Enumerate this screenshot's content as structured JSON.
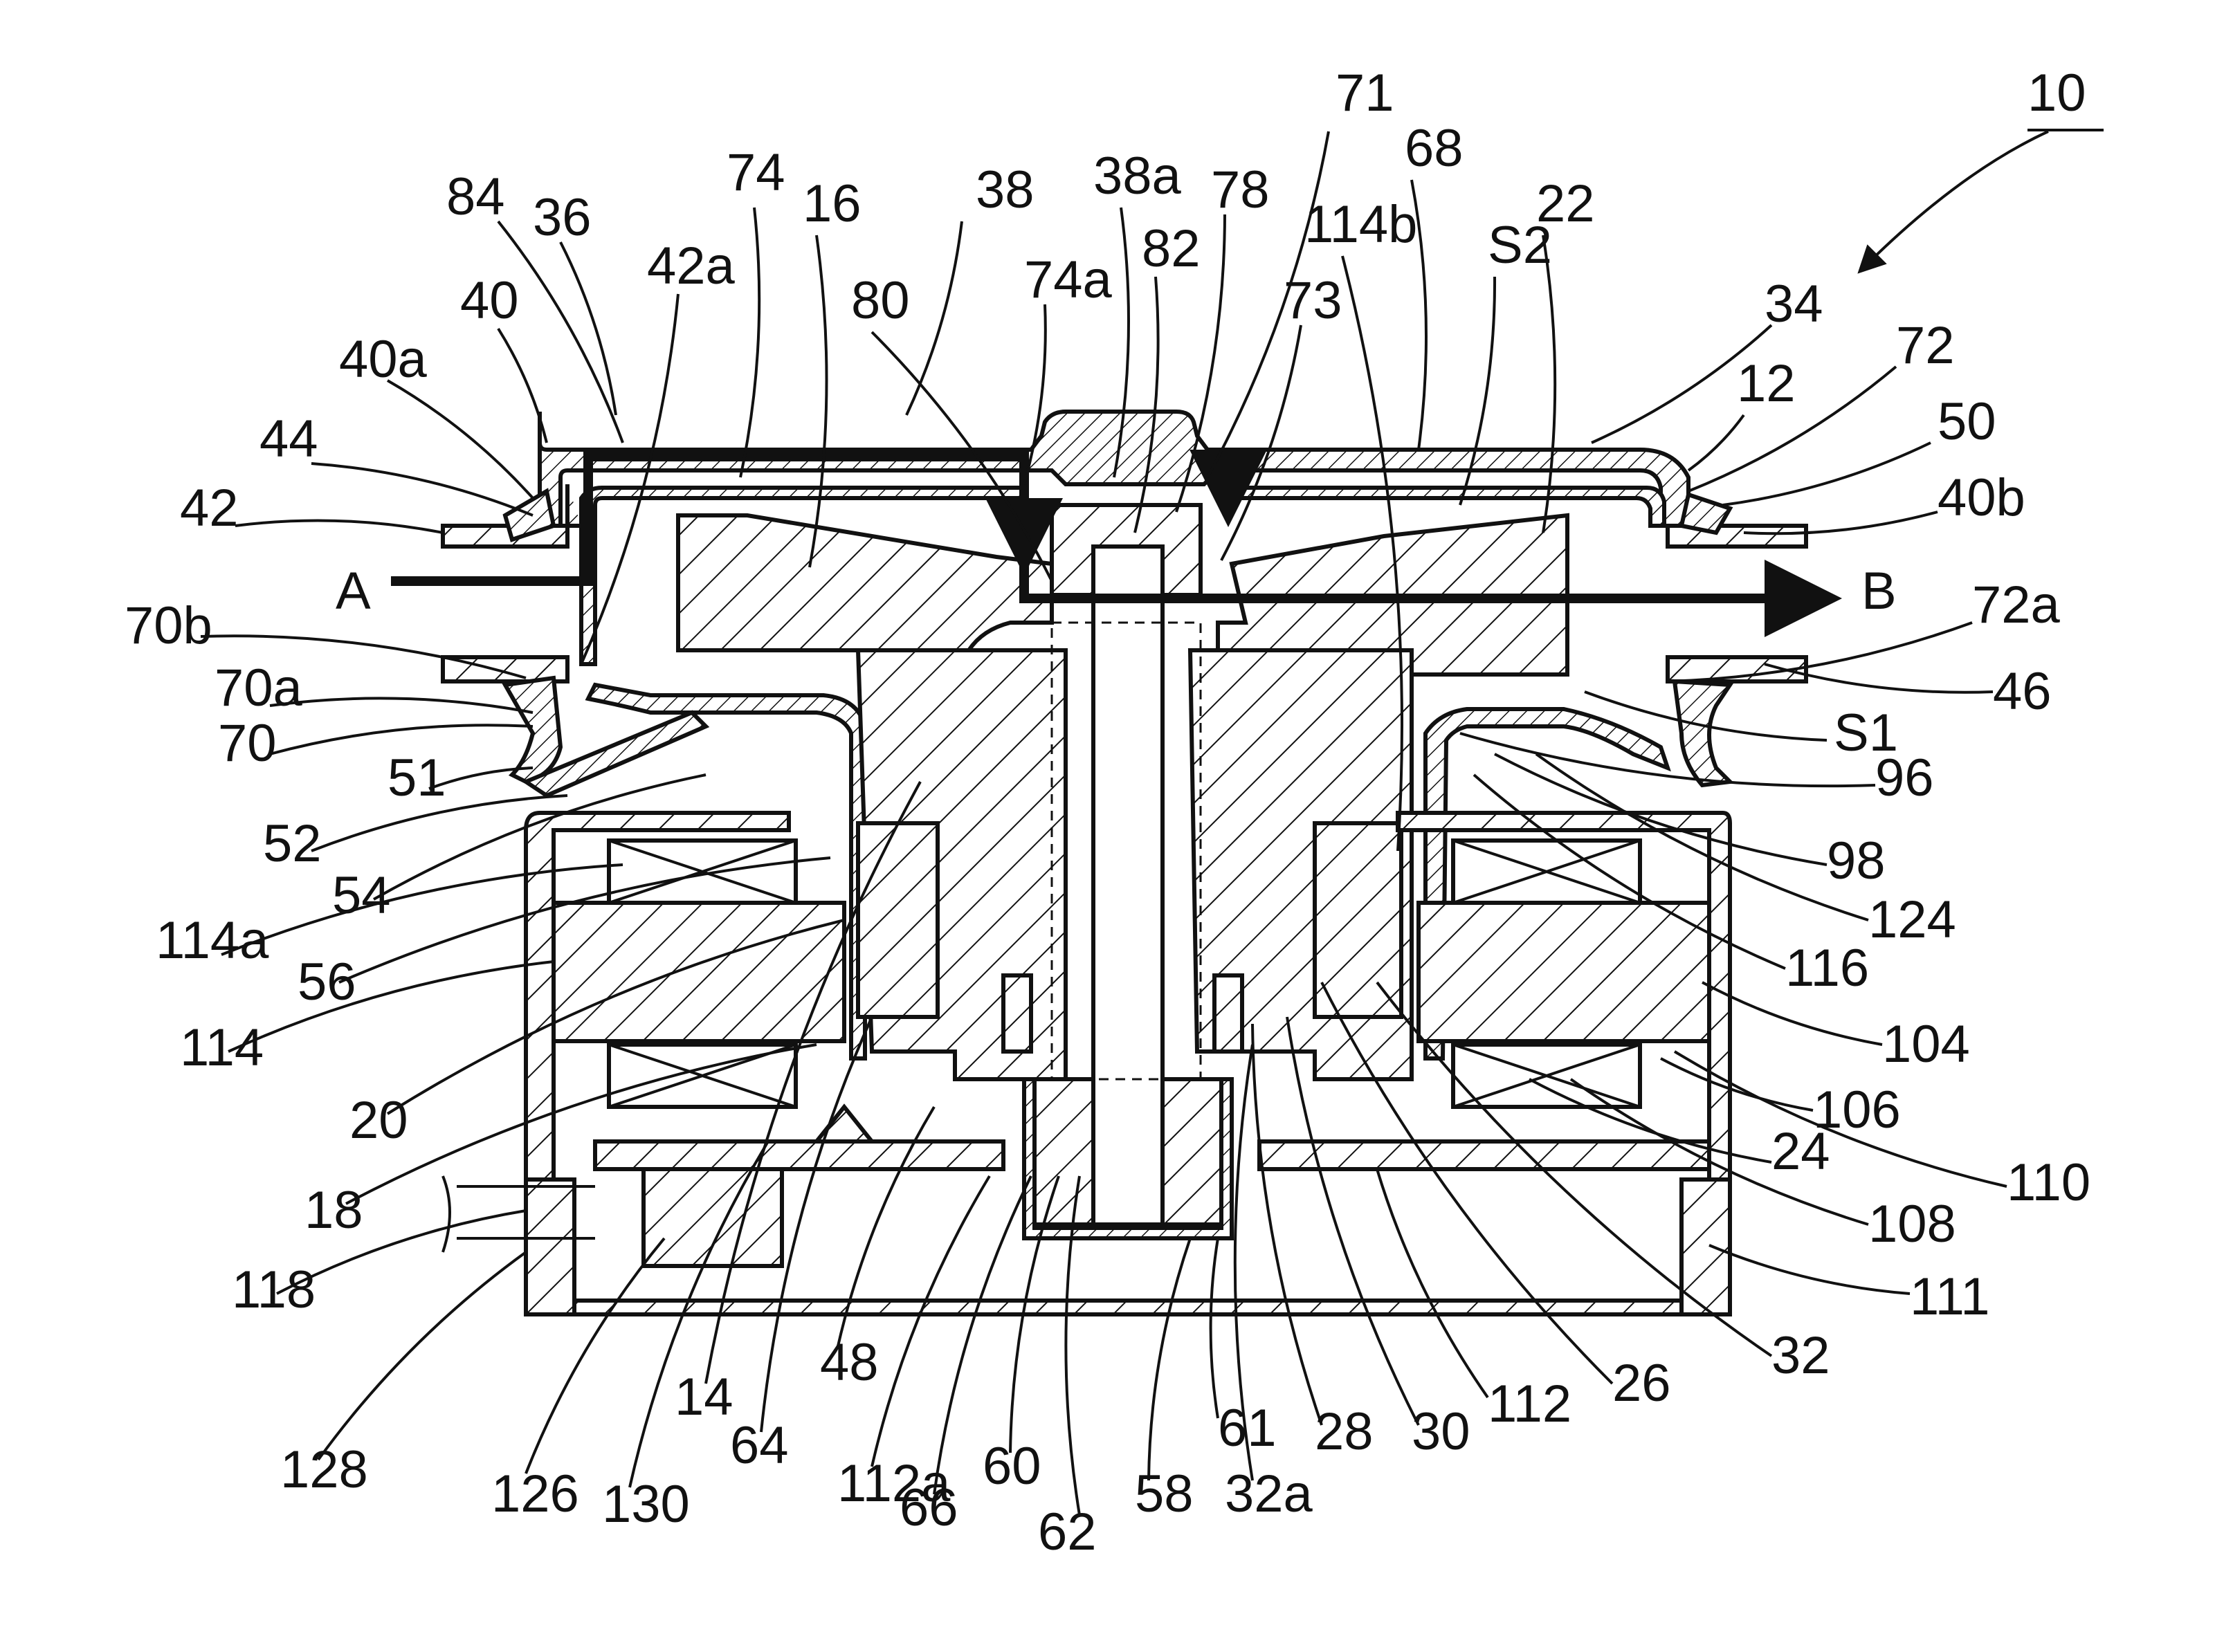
{
  "figure": {
    "flow_labels": {
      "inlet": "A",
      "outlet": "B"
    },
    "labels": [
      "10",
      "12",
      "14",
      "16",
      "18",
      "20",
      "22",
      "24",
      "26",
      "28",
      "30",
      "32",
      "32a",
      "34",
      "36",
      "38",
      "38a",
      "40",
      "40a",
      "40b",
      "42",
      "42a",
      "44",
      "46",
      "48",
      "50",
      "51",
      "52",
      "54",
      "56",
      "58",
      "60",
      "61",
      "62",
      "64",
      "66",
      "68",
      "70",
      "70a",
      "70b",
      "71",
      "72",
      "72a",
      "73",
      "74",
      "74a",
      "78",
      "80",
      "82",
      "84",
      "96",
      "98",
      "104",
      "106",
      "108",
      "110",
      "111",
      "112",
      "112a",
      "114",
      "114a",
      "114b",
      "116",
      "118",
      "124",
      "126",
      "128",
      "130",
      "S1",
      "S2"
    ]
  }
}
